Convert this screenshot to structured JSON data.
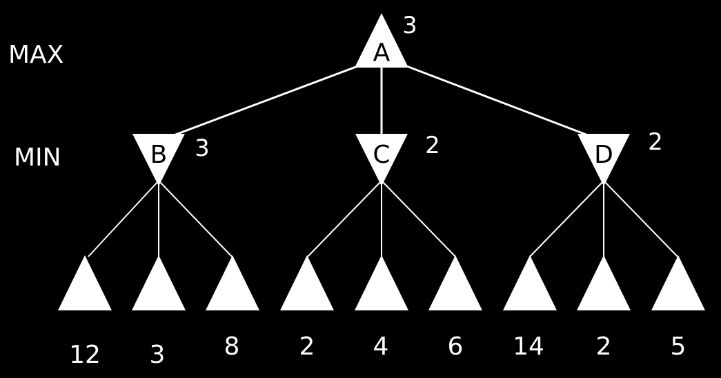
{
  "colors": {
    "background": "#000000",
    "foreground": "#ffffff"
  },
  "levels": {
    "max": "MAX",
    "min": "MIN"
  },
  "root": {
    "name": "A",
    "value": "3",
    "shape": "triangle-up"
  },
  "min_nodes": [
    {
      "name": "B",
      "value": "3",
      "shape": "triangle-down"
    },
    {
      "name": "C",
      "value": "2",
      "shape": "triangle-down"
    },
    {
      "name": "D",
      "value": "2",
      "shape": "triangle-down"
    }
  ],
  "leaves": [
    "12",
    "3",
    "8",
    "2",
    "4",
    "6",
    "14",
    "2",
    "5"
  ]
}
